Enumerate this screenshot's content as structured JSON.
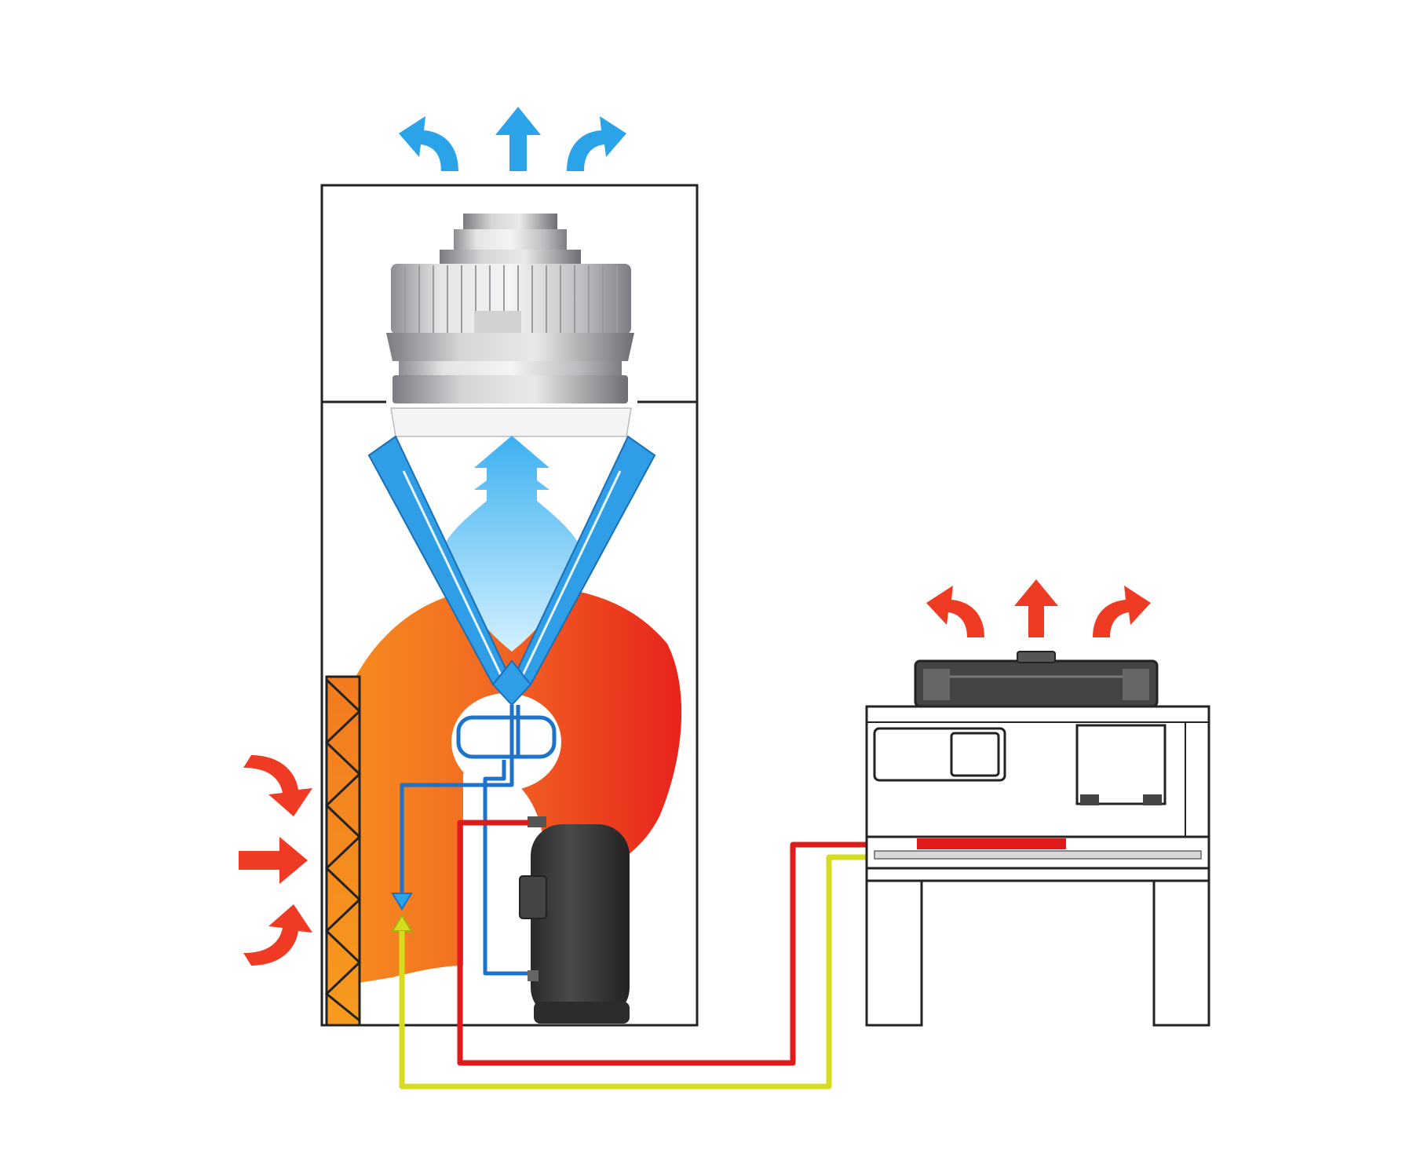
{
  "colors": {
    "cold_air": "#2aa3e8",
    "cold_air_light": "#8fd6fb",
    "hot_air": "#ef3b24",
    "warm_air": "#f4801f",
    "coil_blue": "#2f9ee6",
    "liquid_line": "#e01b1b",
    "suction_line": "#d6dd1e",
    "refrigerant_tube": "#1d73c9",
    "outline": "#222222",
    "compressor": "#3b3b3b",
    "fan_metal": "#c9c9cc"
  },
  "icons": {
    "supply_outlet": [
      "curved-arrow-left-icon",
      "arrow-up-icon",
      "curved-arrow-right-icon"
    ],
    "return_inlet": [
      "curved-arrow-right-icon",
      "arrow-right-icon",
      "curved-arrow-right-icon"
    ],
    "condenser_exhaust": [
      "curved-arrow-left-icon",
      "arrow-up-icon",
      "curved-arrow-right-icon"
    ]
  },
  "components": {
    "indoor_unit": "indoor-unit",
    "fan": "centrifugal-fan",
    "evaporator": "v-coil-evaporator",
    "filter": "air-filter",
    "compressor": "scroll-compressor",
    "outdoor_unit": "air-cooled-condenser"
  }
}
